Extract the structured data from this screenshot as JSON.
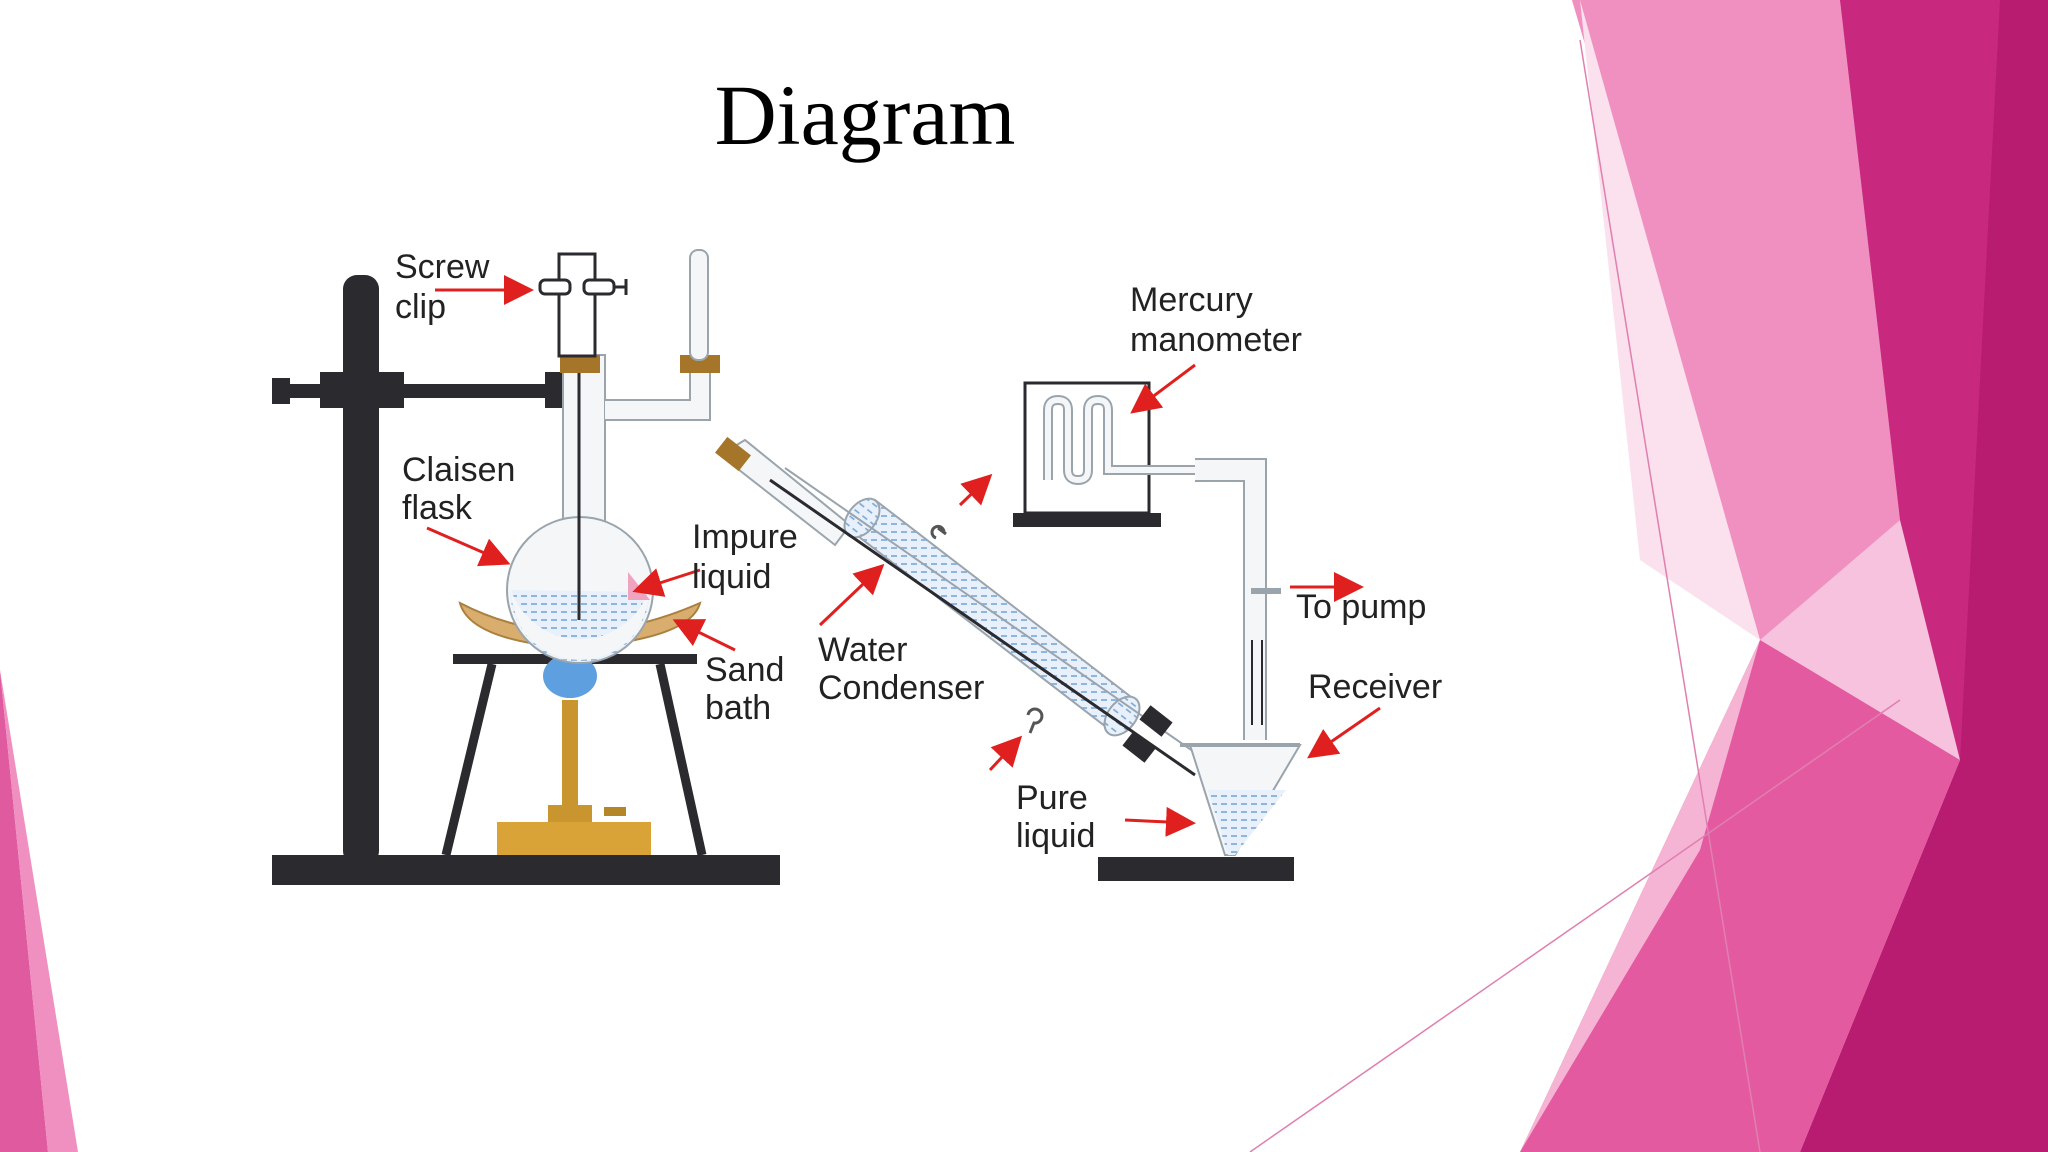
{
  "slide": {
    "title": "Diagram",
    "accent_colors": [
      "#b5186f",
      "#e0579f",
      "#f29ac6",
      "#fbd3e7"
    ]
  },
  "diagram": {
    "labels": {
      "screw_clip": [
        "Screw",
        "clip"
      ],
      "claisen_flask": [
        "Claisen",
        "flask"
      ],
      "impure_liquid": [
        "Impure",
        "liquid"
      ],
      "sand_bath": [
        "Sand",
        "bath"
      ],
      "water_condenser": [
        "Water",
        "Condenser"
      ],
      "mercury_manometer": [
        "Mercury",
        "manometer"
      ],
      "to_pump": "To pump",
      "receiver": "Receiver",
      "pure_liquid": [
        "Pure",
        "liquid"
      ]
    }
  }
}
